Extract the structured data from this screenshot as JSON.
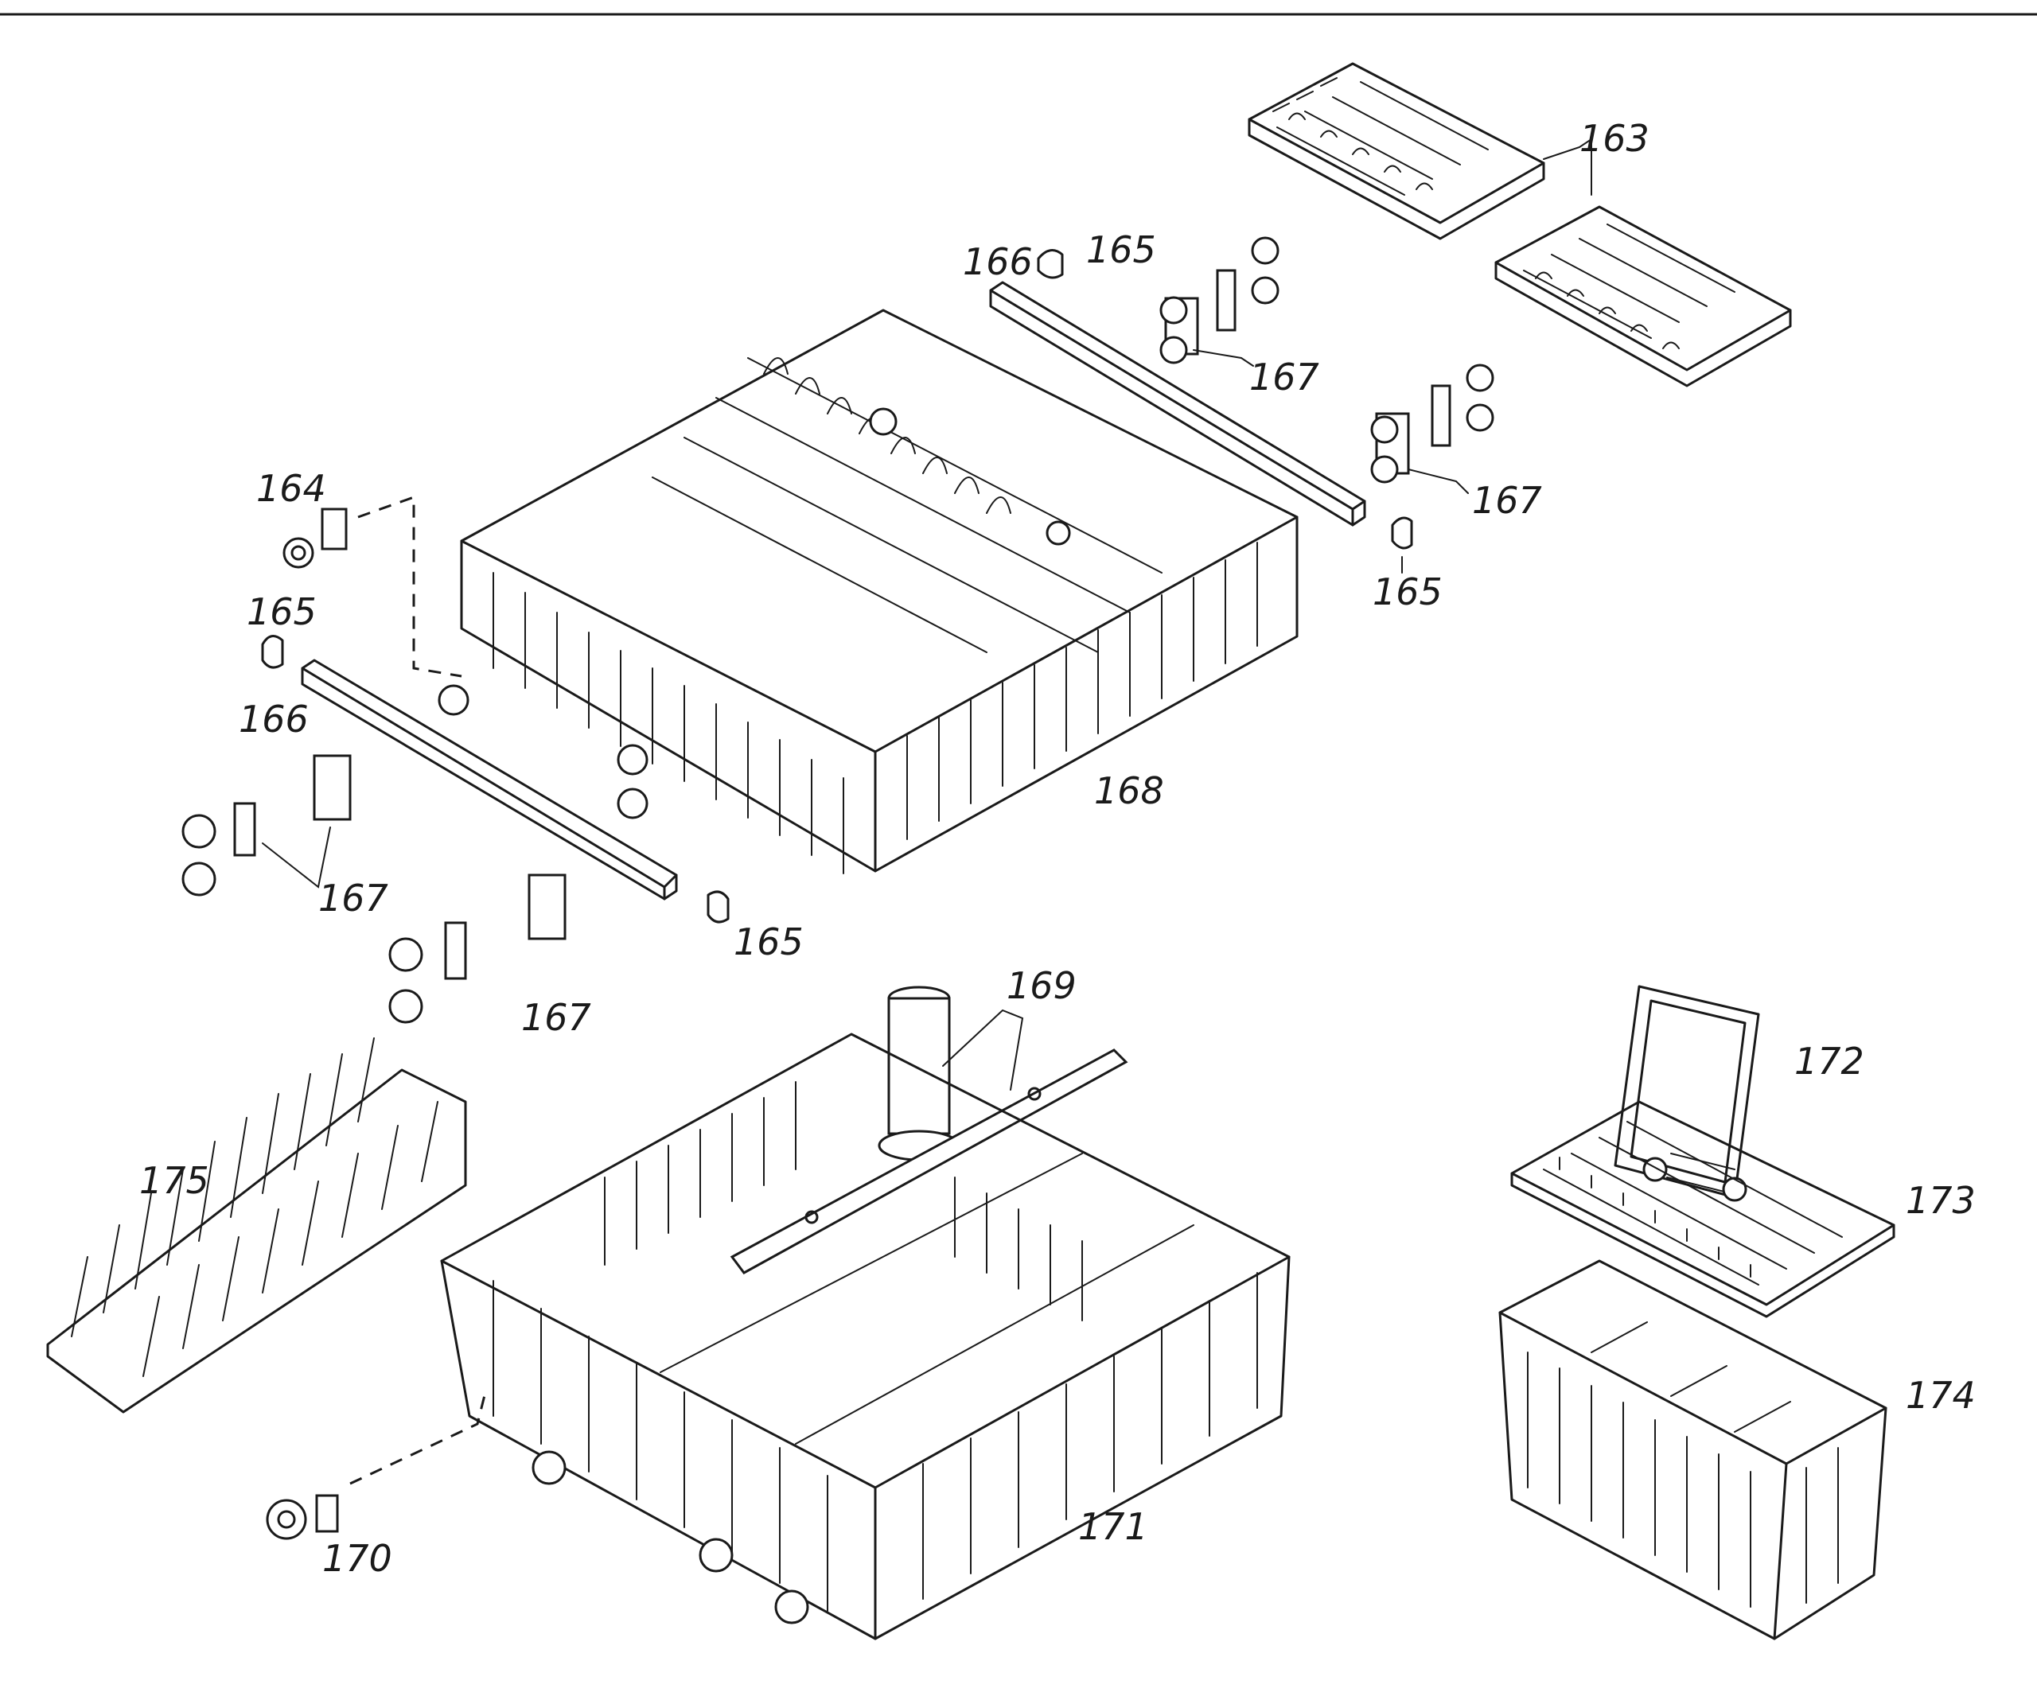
{
  "diagram": {
    "callouts": {
      "c163": "163",
      "c164": "164",
      "c165a": "165",
      "c165b": "165",
      "c165c": "165",
      "c165d": "165",
      "c166a": "166",
      "c166b": "166",
      "c167a": "167",
      "c167b": "167",
      "c167c": "167",
      "c167d": "167",
      "c168": "168",
      "c169": "169",
      "c170": "170",
      "c171": "171",
      "c172": "172",
      "c173": "173",
      "c174": "174",
      "c175": "175"
    }
  }
}
